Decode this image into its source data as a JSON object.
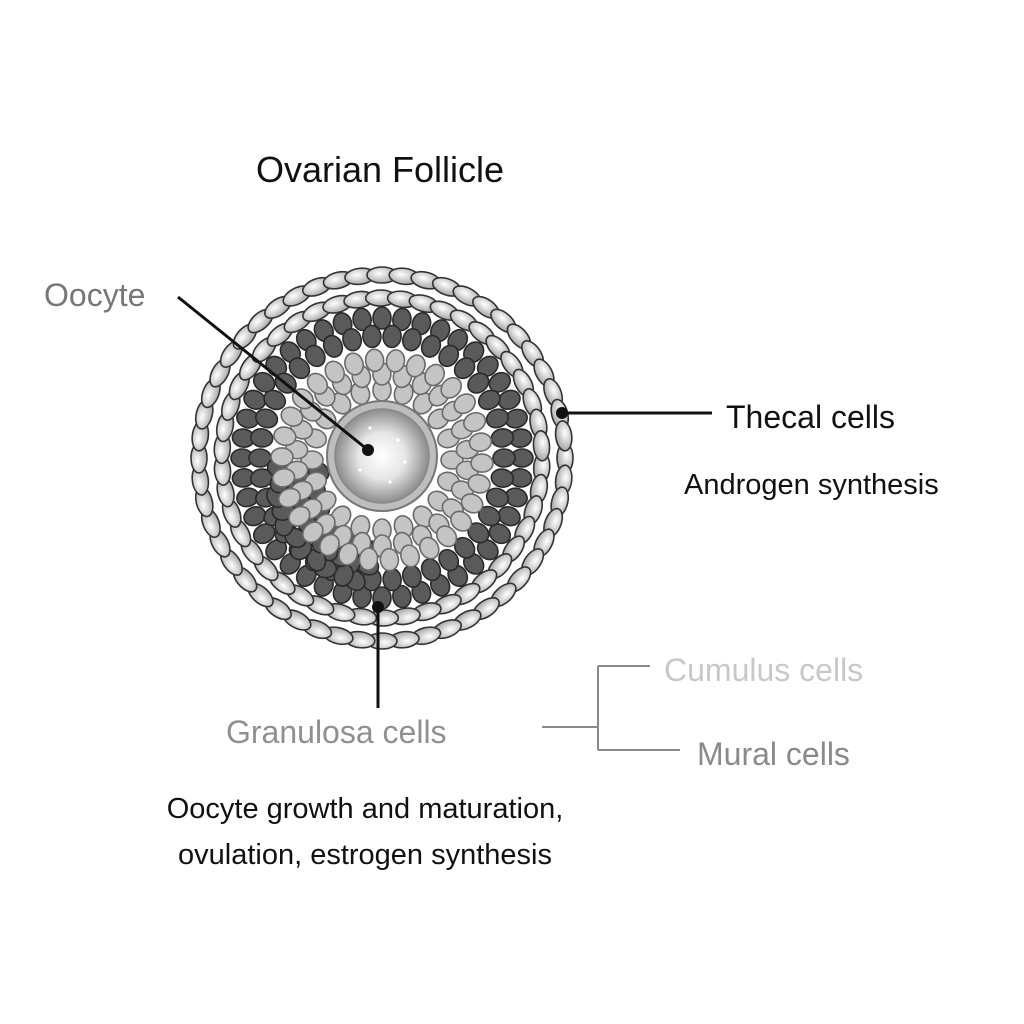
{
  "title": "Ovarian Follicle",
  "labels": {
    "oocyte": "Oocyte",
    "thecal_cells": "Thecal cells",
    "granulosa_cells": "Granulosa cells",
    "cumulus_cells": "Cumulus cells",
    "mural_cells": "Mural cells"
  },
  "descriptions": {
    "thecal": "Androgen synthesis",
    "granulosa_line1": "Oocyte growth and maturation,",
    "granulosa_line2": "ovulation, estrogen synthesis"
  },
  "colors": {
    "text_dark": "#111111",
    "oocyte_label": "#777777",
    "granulosa_label": "#909090",
    "cumulus_label": "#c8c8c8",
    "mural_label": "#8a8a8a",
    "thecal_cell_fill": "#e8e8e8",
    "mural_granulosa_fill": "#5a5a5a",
    "cumulus_cell_fill": "#c4c4c4",
    "oocyte_fill": "#d9d9d9"
  }
}
